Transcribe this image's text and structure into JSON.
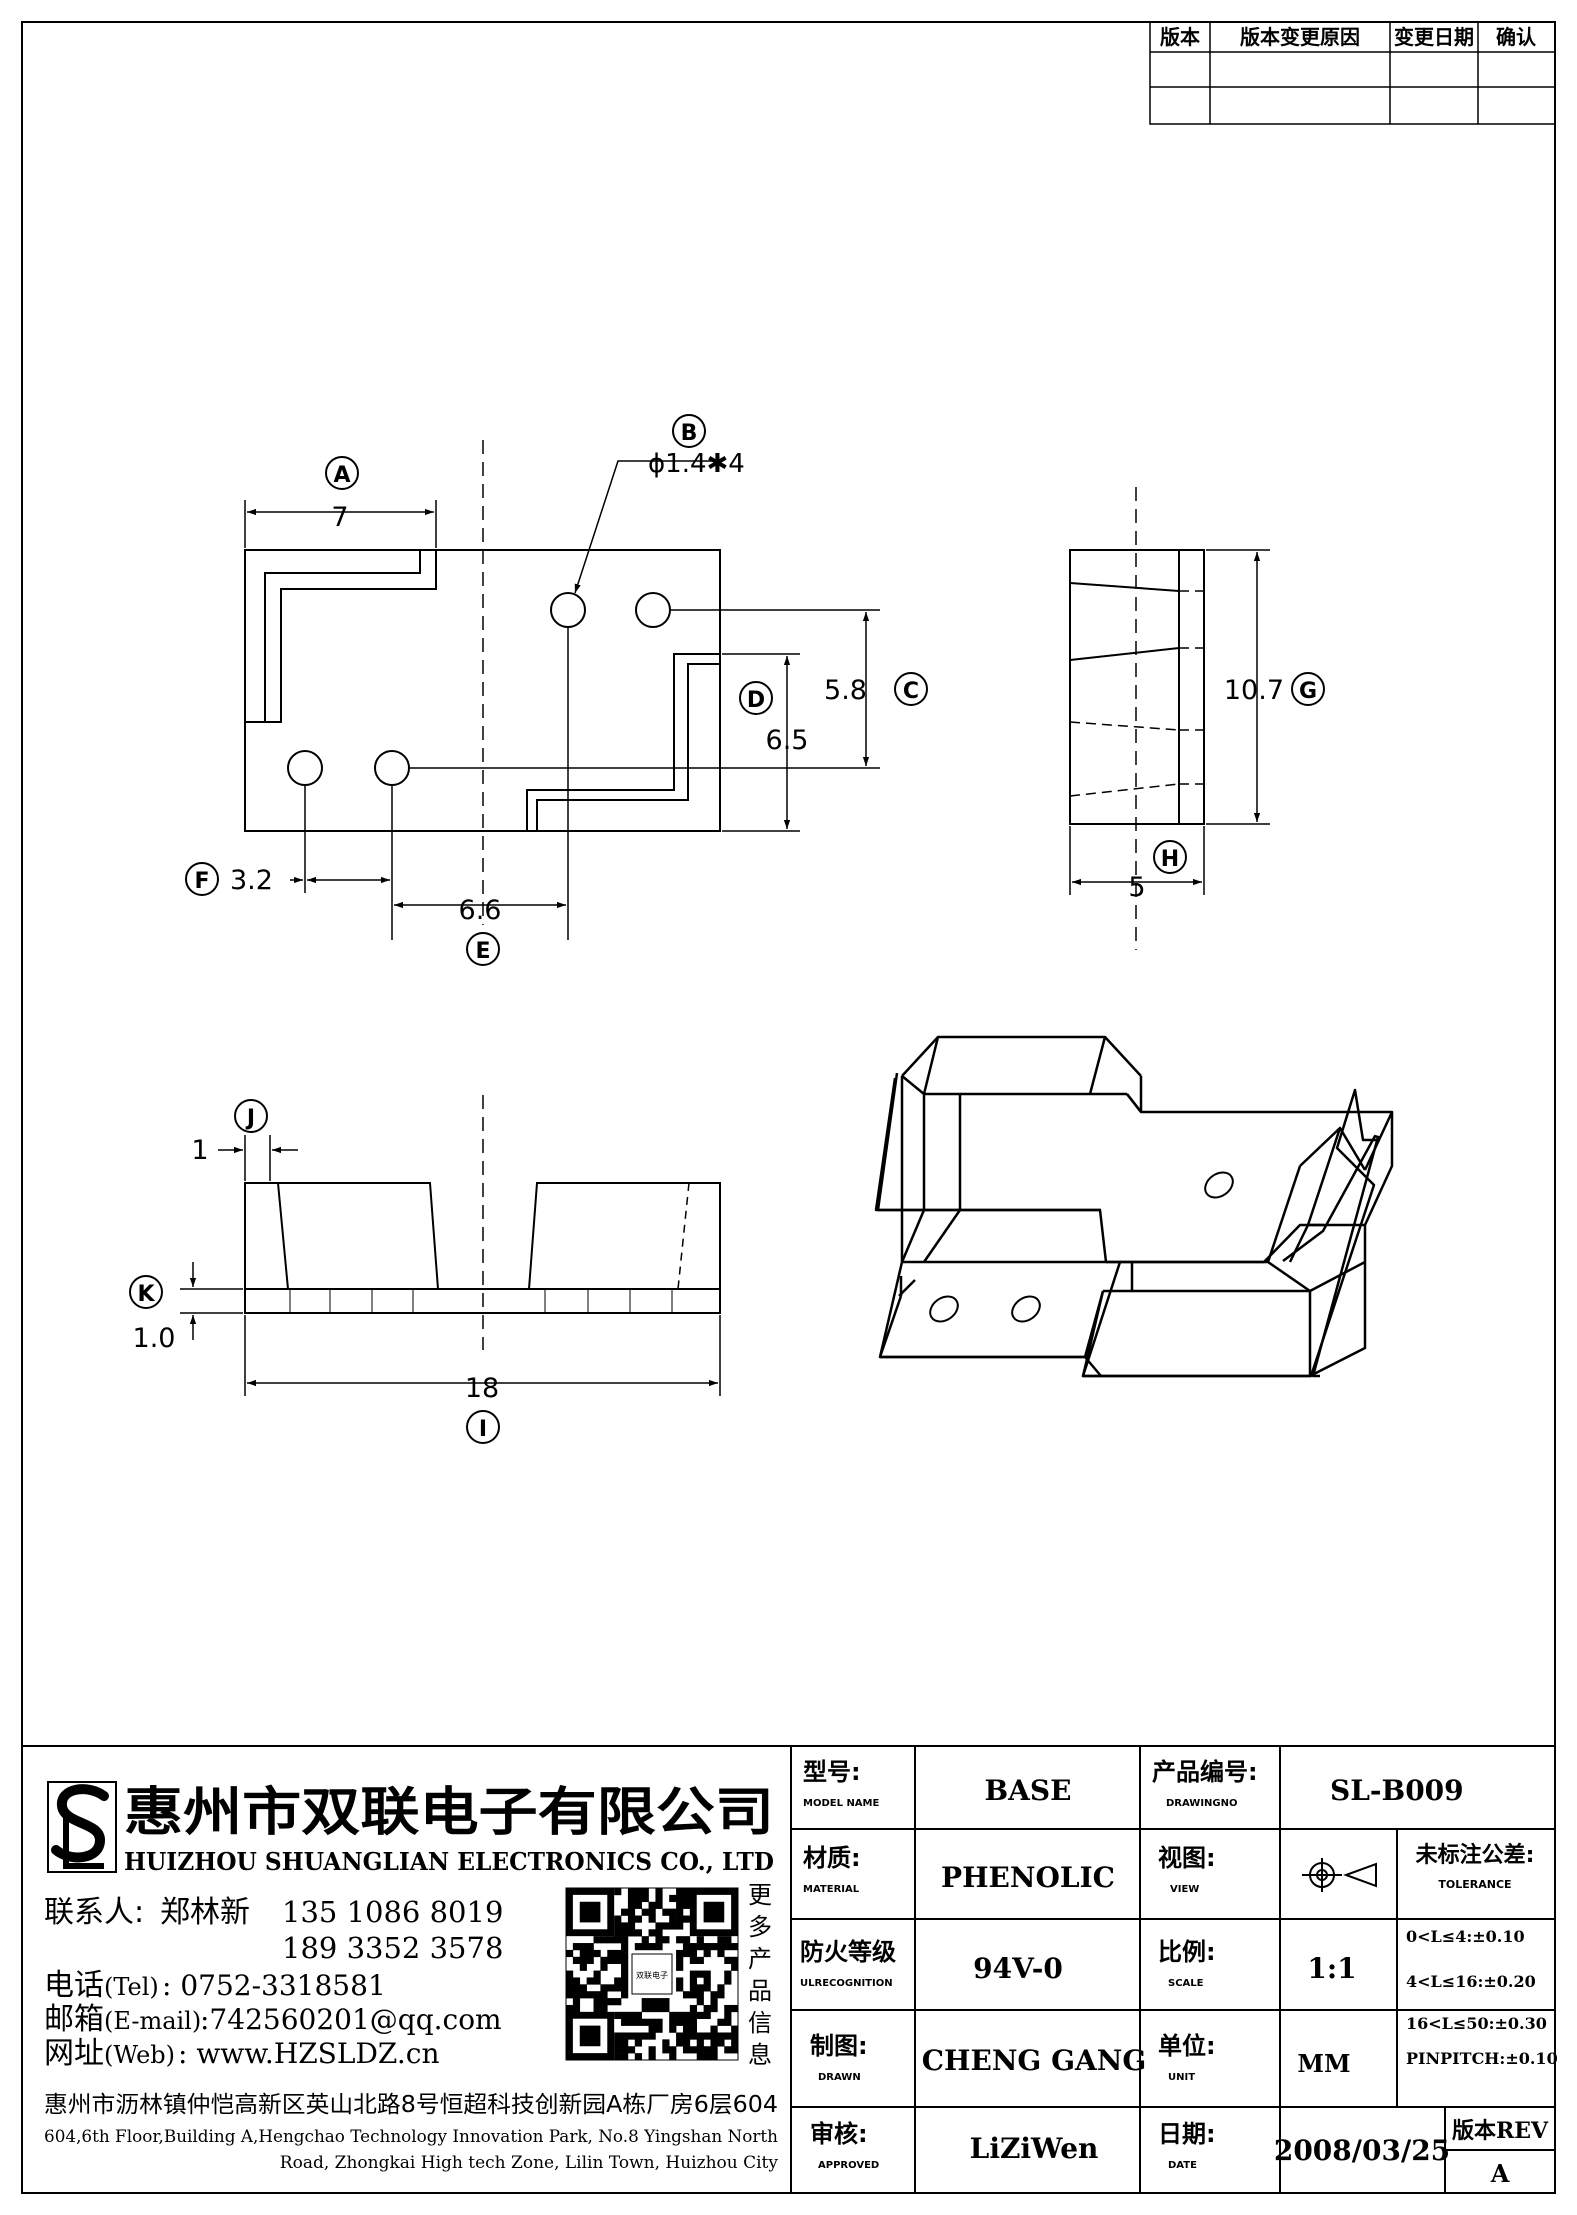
{
  "revision_table": {
    "headers": [
      "版本",
      "版本变更原因",
      "变更日期",
      "确认"
    ]
  },
  "callouts": {
    "A": "A",
    "B": "B",
    "C": "C",
    "D": "D",
    "E": "E",
    "F": "F",
    "G": "G",
    "H": "H",
    "I": "I",
    "J": "J",
    "K": "K"
  },
  "dimensions": {
    "A": "7",
    "B": "ϕ1.4✱4",
    "C": "5.8",
    "D": "6.5",
    "E": "6.6",
    "F": "3.2",
    "G": "10.7",
    "H": "5",
    "I": "18",
    "J": "1",
    "K": "1.0"
  },
  "company": {
    "name_cn": "惠州市双联电子有限公司",
    "name_en": "HUIZHOU SHUANGLIAN ELECTRONICS CO., LTD",
    "contact_label": "联系人:",
    "contact_name": "郑林新",
    "phone1": "135 1086 8019",
    "phone2": "189 3352 3578",
    "tel_label": "电话",
    "tel_en": "(Tel)",
    "tel": ": 0752-3318581",
    "email_label": "邮箱",
    "email_en": "(E-mail)",
    "email": ":742560201@qq.com",
    "web_label": "网址",
    "web_en": "(Web)",
    "web": ": www.HZSLDZ.cn",
    "qr_caption": [
      "更",
      "多",
      "产",
      "品",
      "信",
      "息"
    ],
    "qr_center": "双联电子",
    "address_cn": "惠州市沥林镇仲恺高新区英山北路8号恒超科技创新园A栋厂房6层604",
    "address_en_1": "604,6th Floor,Building A,Hengchao Technology Innovation Park, No.8 Yingshan North",
    "address_en_2": "Road, Zhongkai High tech Zone, Lilin Town, Huizhou City"
  },
  "title_block": {
    "model_label": "型号:",
    "model_label_en": "MODEL NAME",
    "model": "BASE",
    "drawingno_label": "产品编号:",
    "drawingno_label_en": "DRAWINGNO",
    "drawingno": "SL-B009",
    "material_label": "材质:",
    "material_label_en": "MATERIAL",
    "material": "PHENOLIC",
    "view_label": "视图:",
    "view_label_en": "VIEW",
    "tolerance_label": "未标注公差:",
    "tolerance_label_en": "TOLERANCE",
    "tolerances": [
      "0<L≤4:±0.10",
      "4<L≤16:±0.20",
      "16<L≤50:±0.30",
      "PINPITCH:±0.10"
    ],
    "fire_label": "防火等级",
    "fire_label_en": "ULRECOGNITION",
    "fire": "94V-0",
    "scale_label": "比例:",
    "scale_label_en": "SCALE",
    "scale": "1:1",
    "drawn_label": "制图:",
    "drawn_label_en": "DRAWN",
    "drawn": "CHENG GANG",
    "unit_label": "单位:",
    "unit_label_en": "UNIT",
    "unit": "MM",
    "approved_label": "审核:",
    "approved_label_en": "APPROVED",
    "approved": "LiZiWen",
    "date_label": "日期:",
    "date_label_en": "DATE",
    "date": "2008/03/25",
    "rev_label": "版本REV",
    "rev": "A"
  }
}
